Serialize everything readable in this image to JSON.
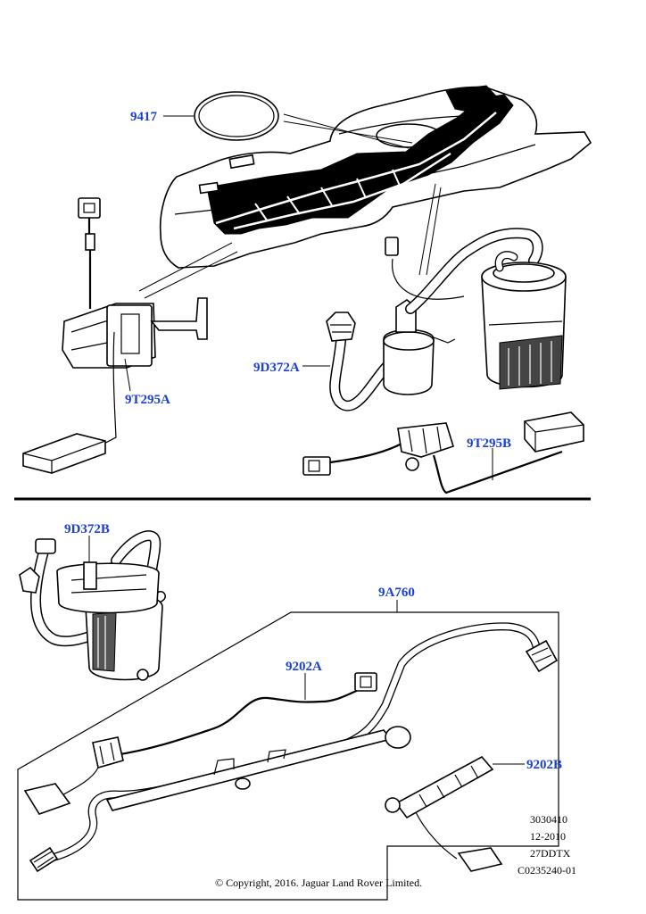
{
  "callouts": {
    "c9417": "9417",
    "c9T295A": "9T295A",
    "c9D372A": "9D372A",
    "c9T295B": "9T295B",
    "c9D372B": "9D372B",
    "c9A760": "9A760",
    "c9202A": "9202A",
    "c9202B": "9202B"
  },
  "meta": {
    "line1": "3030410",
    "line2": "12-2010",
    "line3": "27DDTX",
    "line4": "C0235240-01"
  },
  "copyright": "© Copyright, 2016. Jaguar Land Rover Limited.",
  "colors": {
    "callout": "#1a3fd6",
    "line": "#000000",
    "background": "#ffffff"
  }
}
